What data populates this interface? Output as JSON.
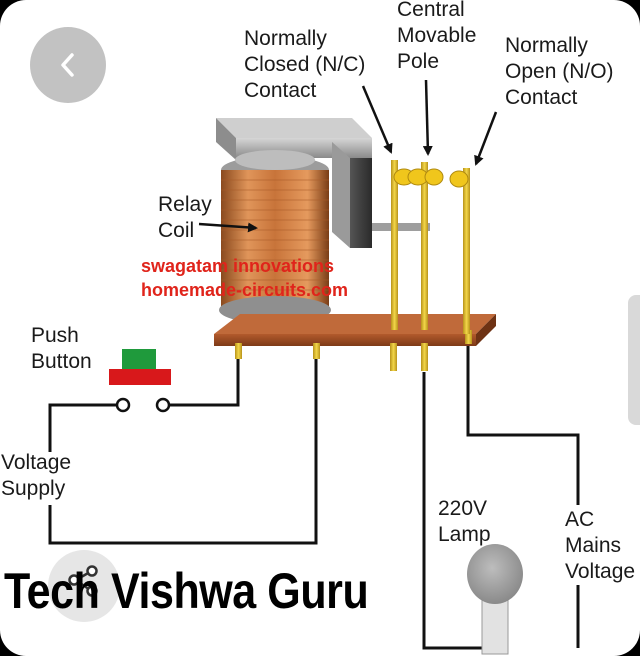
{
  "labels": {
    "normally_closed": [
      "Normally",
      "Closed (N/C)",
      "Contact"
    ],
    "central_pole": [
      "Central",
      "Movable",
      "Pole"
    ],
    "normally_open": [
      "Normally",
      "Open (N/O)",
      "Contact"
    ],
    "relay_coil": [
      "Relay",
      "Coil"
    ],
    "push_button": [
      "Push",
      "Button"
    ],
    "voltage_supply": [
      "Voltage",
      "Supply"
    ],
    "lamp": [
      "220V",
      "Lamp"
    ],
    "ac_mains": [
      "AC",
      "Mains",
      "Voltage"
    ]
  },
  "watermark": [
    "swagatam innovations",
    "homemade-circuits.com"
  ],
  "brand_text": "Tech Vishwa Guru",
  "icons": {
    "back": "chevron-left-icon",
    "share": "share-icon"
  },
  "colors": {
    "watermark": "#e0241b",
    "coil_copper": "#c8743a",
    "contacts": "#e6c21a",
    "base_board": "#9c4a22",
    "button_green": "#1f9a3c",
    "button_red": "#d8181b",
    "lamp_bulb": "#9e9e9e"
  }
}
